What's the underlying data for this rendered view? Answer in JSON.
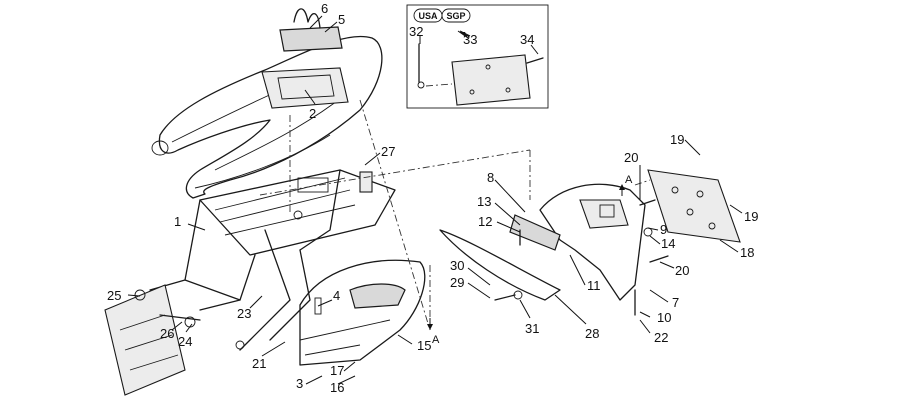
{
  "diagram": {
    "inset_badges": [
      "USA",
      "SGP"
    ],
    "callouts": [
      {
        "id": "c1",
        "text": "1"
      },
      {
        "id": "c2",
        "text": "2"
      },
      {
        "id": "c3",
        "text": "3"
      },
      {
        "id": "c4",
        "text": "4"
      },
      {
        "id": "c5",
        "text": "5"
      },
      {
        "id": "c6",
        "text": "6"
      },
      {
        "id": "c7",
        "text": "7"
      },
      {
        "id": "c8",
        "text": "8"
      },
      {
        "id": "c9",
        "text": "9"
      },
      {
        "id": "c10",
        "text": "10"
      },
      {
        "id": "c11",
        "text": "11"
      },
      {
        "id": "c12",
        "text": "12"
      },
      {
        "id": "c13",
        "text": "13"
      },
      {
        "id": "c14",
        "text": "14"
      },
      {
        "id": "c15",
        "text": "15"
      },
      {
        "id": "c16",
        "text": "16"
      },
      {
        "id": "c17",
        "text": "17"
      },
      {
        "id": "c18",
        "text": "18"
      },
      {
        "id": "c19a",
        "text": "19"
      },
      {
        "id": "c19b",
        "text": "19"
      },
      {
        "id": "c20a",
        "text": "20"
      },
      {
        "id": "c20b",
        "text": "20"
      },
      {
        "id": "c21",
        "text": "21"
      },
      {
        "id": "c22",
        "text": "22"
      },
      {
        "id": "c23",
        "text": "23"
      },
      {
        "id": "c24",
        "text": "24"
      },
      {
        "id": "c25",
        "text": "25"
      },
      {
        "id": "c26",
        "text": "26"
      },
      {
        "id": "c27",
        "text": "27"
      },
      {
        "id": "c28",
        "text": "28"
      },
      {
        "id": "c29",
        "text": "29"
      },
      {
        "id": "c30",
        "text": "30"
      },
      {
        "id": "c31",
        "text": "31"
      },
      {
        "id": "c32",
        "text": "32"
      },
      {
        "id": "c33",
        "text": "33"
      },
      {
        "id": "c34",
        "text": "34"
      }
    ],
    "section_markers": [
      {
        "id": "mA1",
        "text": "A"
      },
      {
        "id": "mA2",
        "text": "A"
      }
    ]
  }
}
